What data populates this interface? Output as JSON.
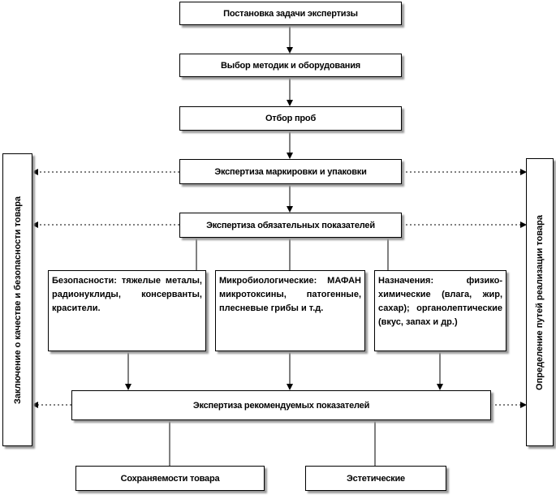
{
  "boxes": {
    "task": "Постановка задачи экспертизы",
    "methods": "Выбор методик и оборудования",
    "sampling": "Отбор проб",
    "marking": "Экспертиза маркировки и упаковки",
    "mandatory": "Экспертиза обязательных показателей",
    "safety": "Безопасности: тяжелые металы, радионуклиды, консерванты, красители.",
    "micro": "Микробиологические: МАФАН микротоксины, патогенные, плесневые грибы и т.д.",
    "purpose": "Назначения: физико-химические (влага, жир, сахар); органолептические (вкус, запах и др.)",
    "recommended": "Экспертиза рекомендуемых показателей",
    "storage": "Сохраняемости товара",
    "aesthetic": "Эстетические"
  },
  "side": {
    "left": "Заключение о качестве и безопасности товара",
    "right": "Определение путей реализации товара"
  }
}
